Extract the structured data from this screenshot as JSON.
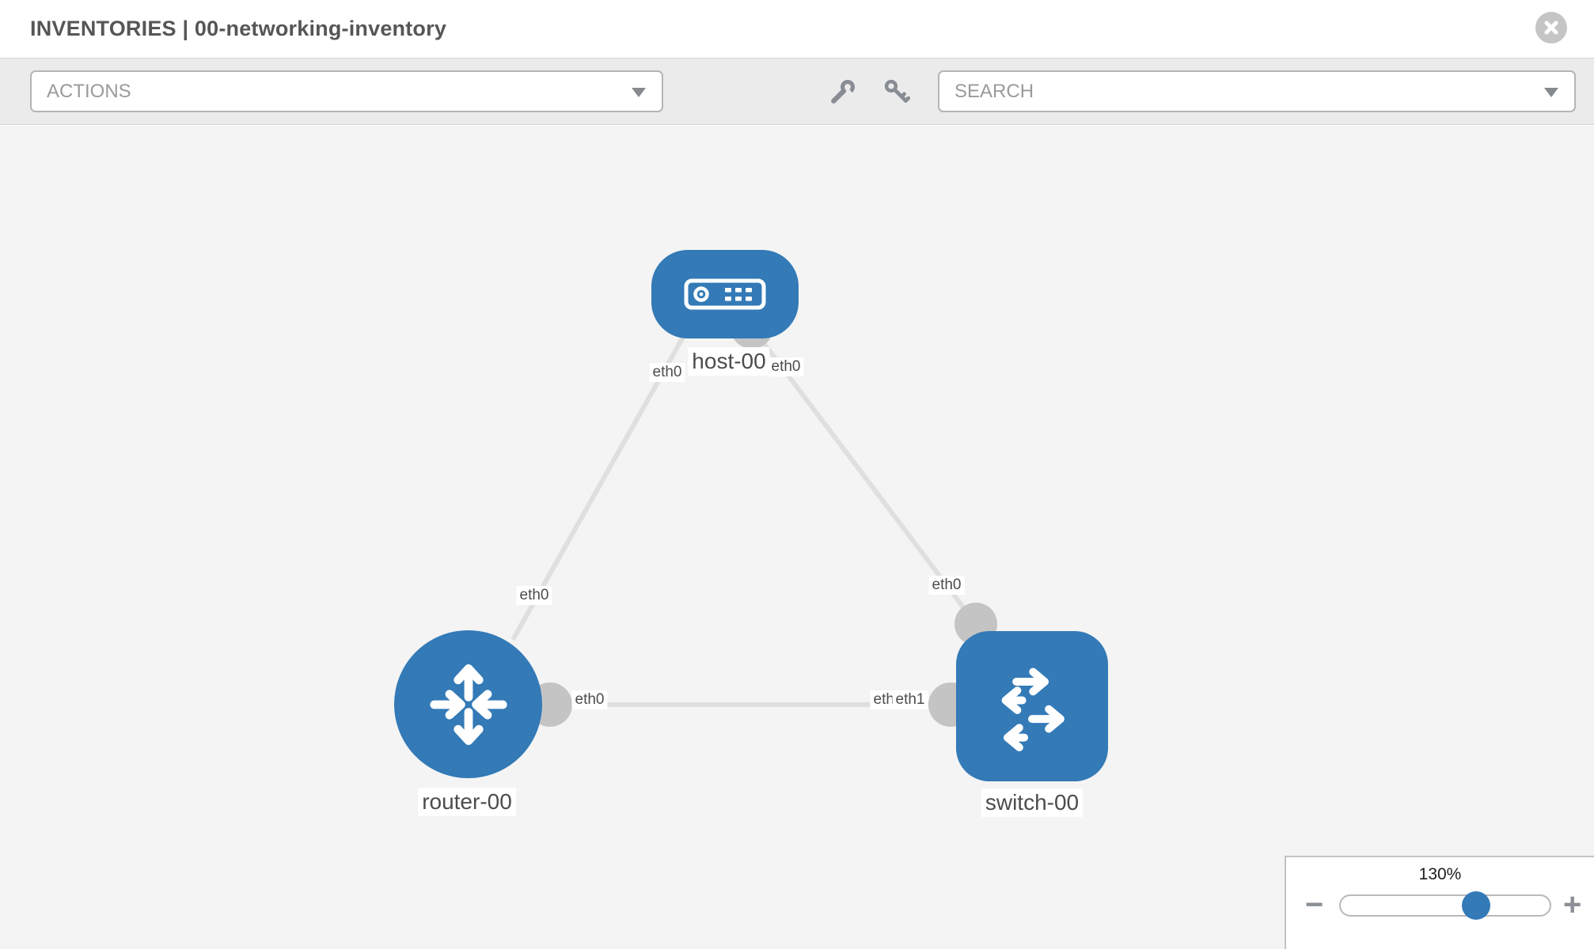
{
  "header": {
    "title": "INVENTORIES | 00-networking-inventory"
  },
  "toolbar": {
    "actions_label": "ACTIONS",
    "search_label": "SEARCH"
  },
  "icons": {
    "close": "x-circle",
    "wrench": "wrench",
    "key": "key",
    "actions_caret": "chevron-down",
    "search_caret": "chevron-down",
    "zoom_out": "−",
    "zoom_in": "+"
  },
  "topology": {
    "nodes": [
      {
        "label": "host-00",
        "type": "host"
      },
      {
        "label": "router-00",
        "type": "router"
      },
      {
        "label": "switch-00",
        "type": "switch"
      }
    ],
    "links": [
      {
        "from": "host-00",
        "from_if": "eth0",
        "to": "router-00",
        "to_if": "eth0"
      },
      {
        "from": "host-00",
        "from_if": "eth0",
        "to": "switch-00",
        "to_if": "eth0"
      },
      {
        "from": "router-00",
        "from_if": "eth0",
        "to": "switch-00",
        "to_if": "eth1"
      }
    ],
    "interface_labels": [
      {
        "text": "eth0"
      },
      {
        "text": "eth0"
      },
      {
        "text": "eth0"
      },
      {
        "text": "eth0"
      },
      {
        "text": "eth0"
      },
      {
        "text": "eth1"
      },
      {
        "text": "eth1"
      }
    ]
  },
  "zoom_control": {
    "level": "130%"
  },
  "colors": {
    "node_blue": "#337ab7",
    "link": "#dfdfdf",
    "endpoint": "#c4c4c4",
    "canvas_bg": "#f4f4f4",
    "toolbar_bg": "#ebebeb"
  }
}
